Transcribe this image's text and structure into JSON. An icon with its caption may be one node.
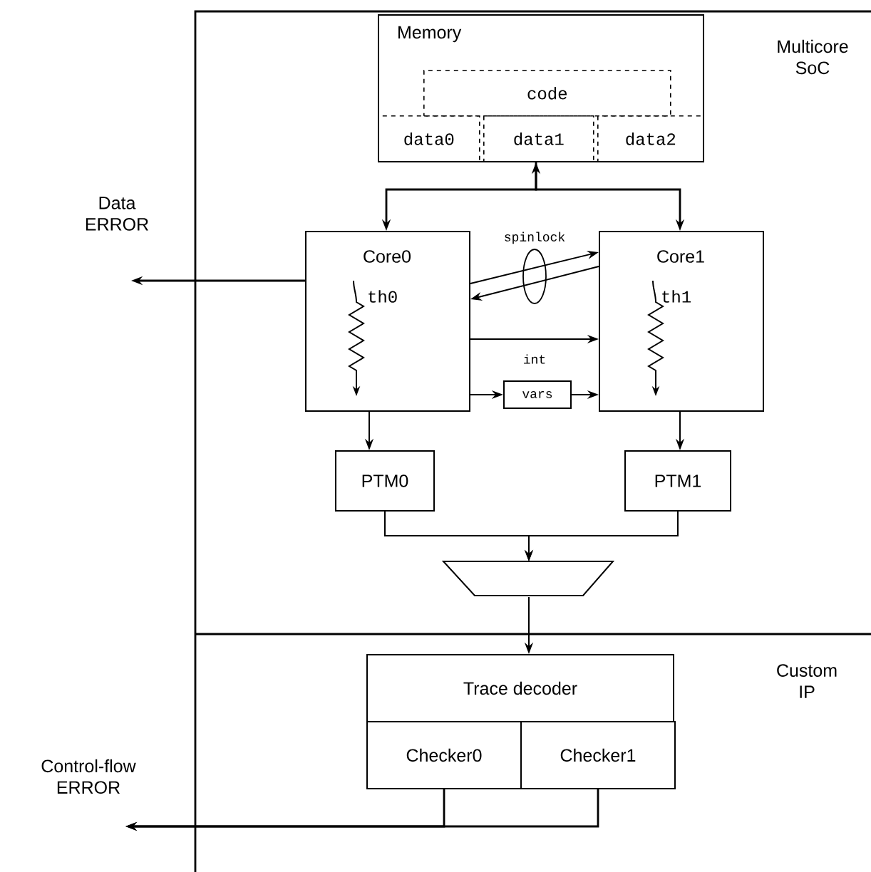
{
  "diagram": {
    "nodes": [
      {
        "text": [
          "Memory"
        ]
      },
      {
        "text": [
          "code"
        ],
        "in": 0
      },
      {
        "text": [
          "data0"
        ],
        "in": 0
      },
      {
        "text": [
          "data1"
        ],
        "in": 0
      },
      {
        "text": [
          "data2"
        ],
        "in": 0
      },
      {
        "text": [
          "Core0",
          "th0"
        ]
      },
      {
        "text": [
          "Core1",
          "th1"
        ]
      },
      {
        "text": [
          "vars"
        ]
      },
      {
        "text": [
          "PTM0"
        ]
      },
      {
        "text": [
          "PTM1"
        ]
      },
      {
        "text": [],
        "shape": "trapezoid"
      },
      {
        "text": [
          "Trace decoder"
        ]
      },
      {
        "text": [
          "Checker0"
        ]
      },
      {
        "text": [
          "Checker1"
        ]
      }
    ],
    "edges": [
      {
        "from": 0,
        "to": 5,
        "arrow": "both"
      },
      {
        "from": 0,
        "to": 6,
        "arrow": "to"
      },
      {
        "from": 5,
        "to": 6,
        "arrow": "to",
        "label": "spinlock"
      },
      {
        "from": 6,
        "to": 5,
        "arrow": "to"
      },
      {
        "from": 5,
        "to": 6,
        "arrow": "to",
        "label": "int"
      },
      {
        "from": 5,
        "to": 7,
        "arrow": "to"
      },
      {
        "from": 7,
        "to": 6,
        "arrow": "to"
      },
      {
        "from": 5,
        "to": 8,
        "arrow": "to"
      },
      {
        "from": 6,
        "to": 9,
        "arrow": "to"
      },
      {
        "from": 8,
        "to": 10,
        "arrow": "to"
      },
      {
        "from": 9,
        "to": 10,
        "arrow": "to"
      },
      {
        "from": 10,
        "to": 11,
        "arrow": "to"
      },
      {
        "from": 12,
        "to": null,
        "arrow": "to"
      },
      {
        "from": 13,
        "to": null,
        "arrow": "to"
      },
      {
        "from": 5,
        "to": null,
        "arrow": "to"
      }
    ],
    "labels": [
      "Multicore SoC",
      "Data ERROR",
      "Custom IP",
      "Control-flow ERROR"
    ]
  }
}
